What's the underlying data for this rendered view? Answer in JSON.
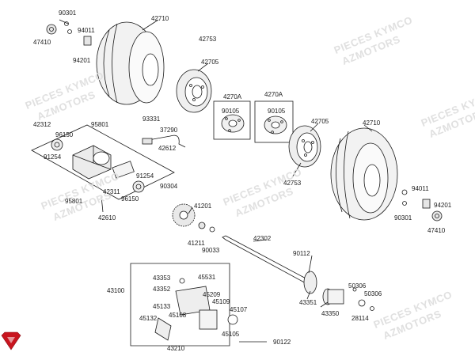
{
  "watermark": {
    "line1": "PIECES KYMCO",
    "line2": "AZMOTORS"
  },
  "parts": {
    "p90301a": "90301",
    "p94011a": "94011",
    "p47410a": "47410",
    "p94201a": "94201",
    "p42710a": "42710",
    "p42753a": "42753",
    "p42705a": "42705",
    "p4270Aa": "4270A",
    "p90105a": "90105",
    "p4270Ab": "4270A",
    "p90105b": "90105",
    "p42705b": "42705",
    "p42710b": "42710",
    "p42753b": "42753",
    "p94011b": "94011",
    "p94201b": "94201",
    "p90301b": "90301",
    "p47410b": "47410",
    "p42312": "42312",
    "p95801a": "95801",
    "p96150a": "96150",
    "p91254a": "91254",
    "p93331": "93331",
    "p37290": "37290",
    "p42612": "42612",
    "p91254b": "91254",
    "p42311": "42311",
    "p96150b": "96150",
    "p95801b": "95801",
    "p90304": "90304",
    "p42610": "42610",
    "p41201": "41201",
    "p41211": "41211",
    "p90033": "90033",
    "p42302": "42302",
    "p90112": "90112",
    "p43100": "43100",
    "p43353": "43353",
    "p43352": "43352",
    "p45531": "45531",
    "p45209": "45209",
    "p45109": "45109",
    "p45133": "45133",
    "p45107": "45107",
    "p45108": "45108",
    "p45132": "45132",
    "p45105": "45105",
    "p43210": "43210",
    "p90122": "90122",
    "p43351": "43351",
    "p43350": "43350",
    "p50306a": "50306",
    "p50306b": "50306",
    "p28114": "28114"
  },
  "colors": {
    "logo": "#c8141e",
    "line": "#1a1a1a",
    "fill": "#ececec",
    "watermark": "#e0e0e0"
  }
}
